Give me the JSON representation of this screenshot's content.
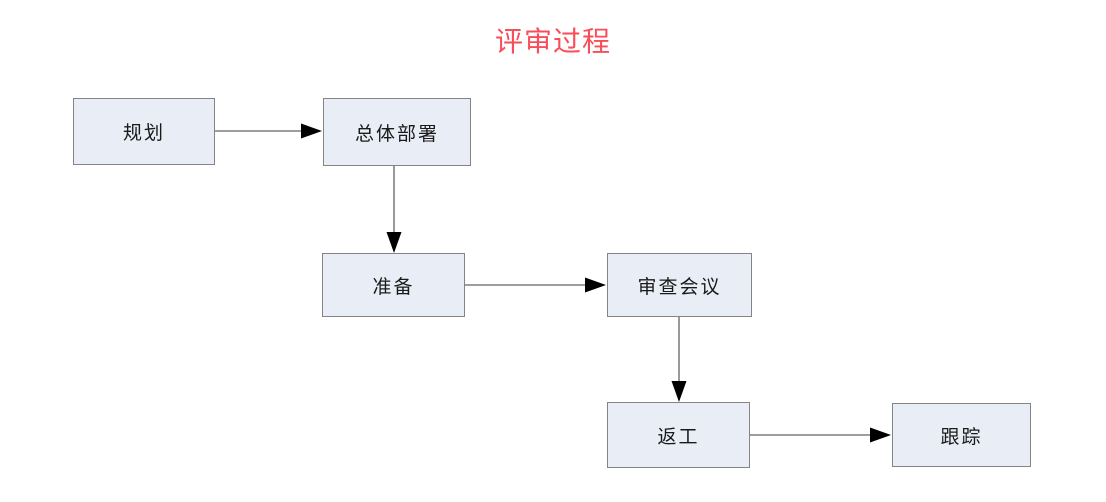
{
  "title": {
    "text": "评审过程"
  },
  "colors": {
    "background": "#ffffff",
    "title": "#fa4d5a",
    "node_fill": "#e9eef6",
    "node_border": "#848484",
    "node_text": "#1a1a1a",
    "connector": "#646464",
    "arrowhead": "#000000"
  },
  "diagram": {
    "nodes": [
      {
        "id": "planning",
        "label": "规划"
      },
      {
        "id": "overall-deployment",
        "label": "总体部署"
      },
      {
        "id": "preparation",
        "label": "准备"
      },
      {
        "id": "review-meeting",
        "label": "审查会议"
      },
      {
        "id": "rework",
        "label": "返工"
      },
      {
        "id": "tracking",
        "label": "跟踪"
      }
    ],
    "edges": [
      {
        "from": "规划",
        "to": "总体部署",
        "direction": "right"
      },
      {
        "from": "总体部署",
        "to": "准备",
        "direction": "down"
      },
      {
        "from": "准备",
        "to": "审查会议",
        "direction": "right"
      },
      {
        "from": "审查会议",
        "to": "返工",
        "direction": "down"
      },
      {
        "from": "返工",
        "to": "跟踪",
        "direction": "right"
      }
    ]
  }
}
